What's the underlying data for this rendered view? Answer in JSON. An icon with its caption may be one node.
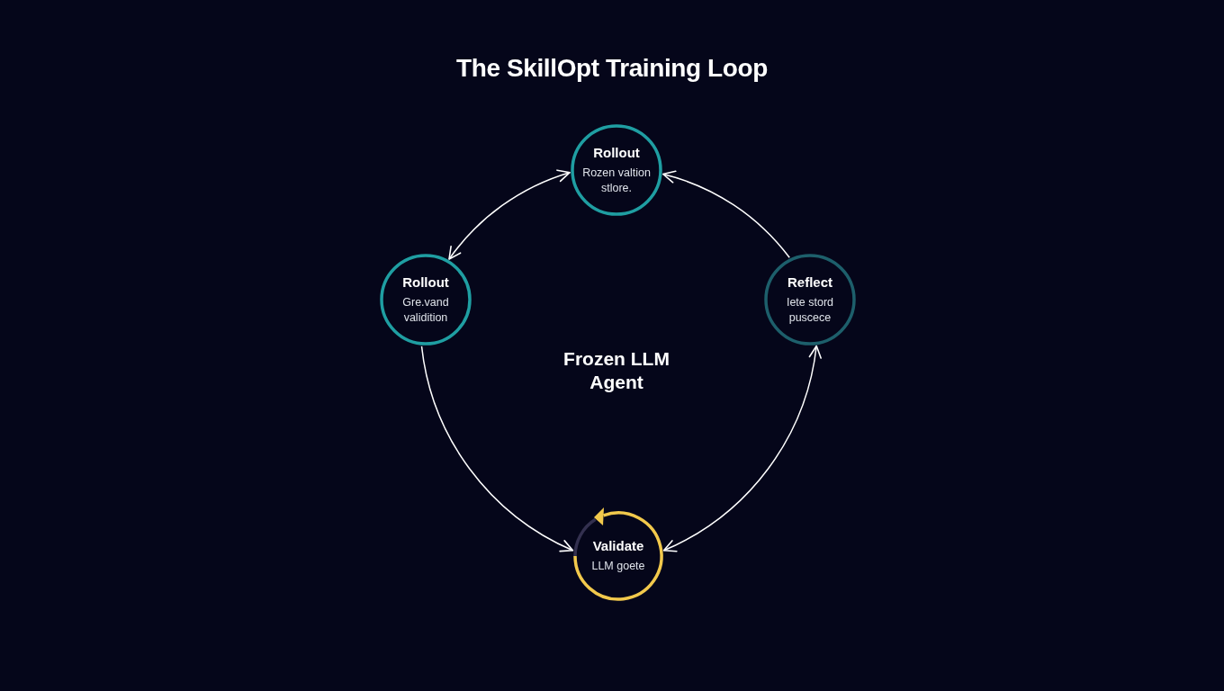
{
  "diagram": {
    "title": "The SkillOpt Training Loop",
    "nodes": [
      {
        "text": [
          "Rollout",
          "Rozen valtion stlore."
        ]
      },
      {
        "text": [
          "Rollout",
          "Gre.vand validition"
        ]
      },
      {
        "text": [
          "Reflect",
          "Iete stord puscece"
        ]
      },
      {
        "text": [
          "Validate",
          "LLM goete"
        ]
      }
    ],
    "edges": [
      {
        "from": 1,
        "to": 0,
        "arrow": "both"
      },
      {
        "from": 2,
        "to": 0,
        "arrow": "to"
      },
      {
        "from": 1,
        "to": 3,
        "arrow": "to"
      },
      {
        "from": 3,
        "to": 2,
        "arrow": "both"
      }
    ],
    "labels": [
      "Frozen LLM Agent"
    ]
  }
}
